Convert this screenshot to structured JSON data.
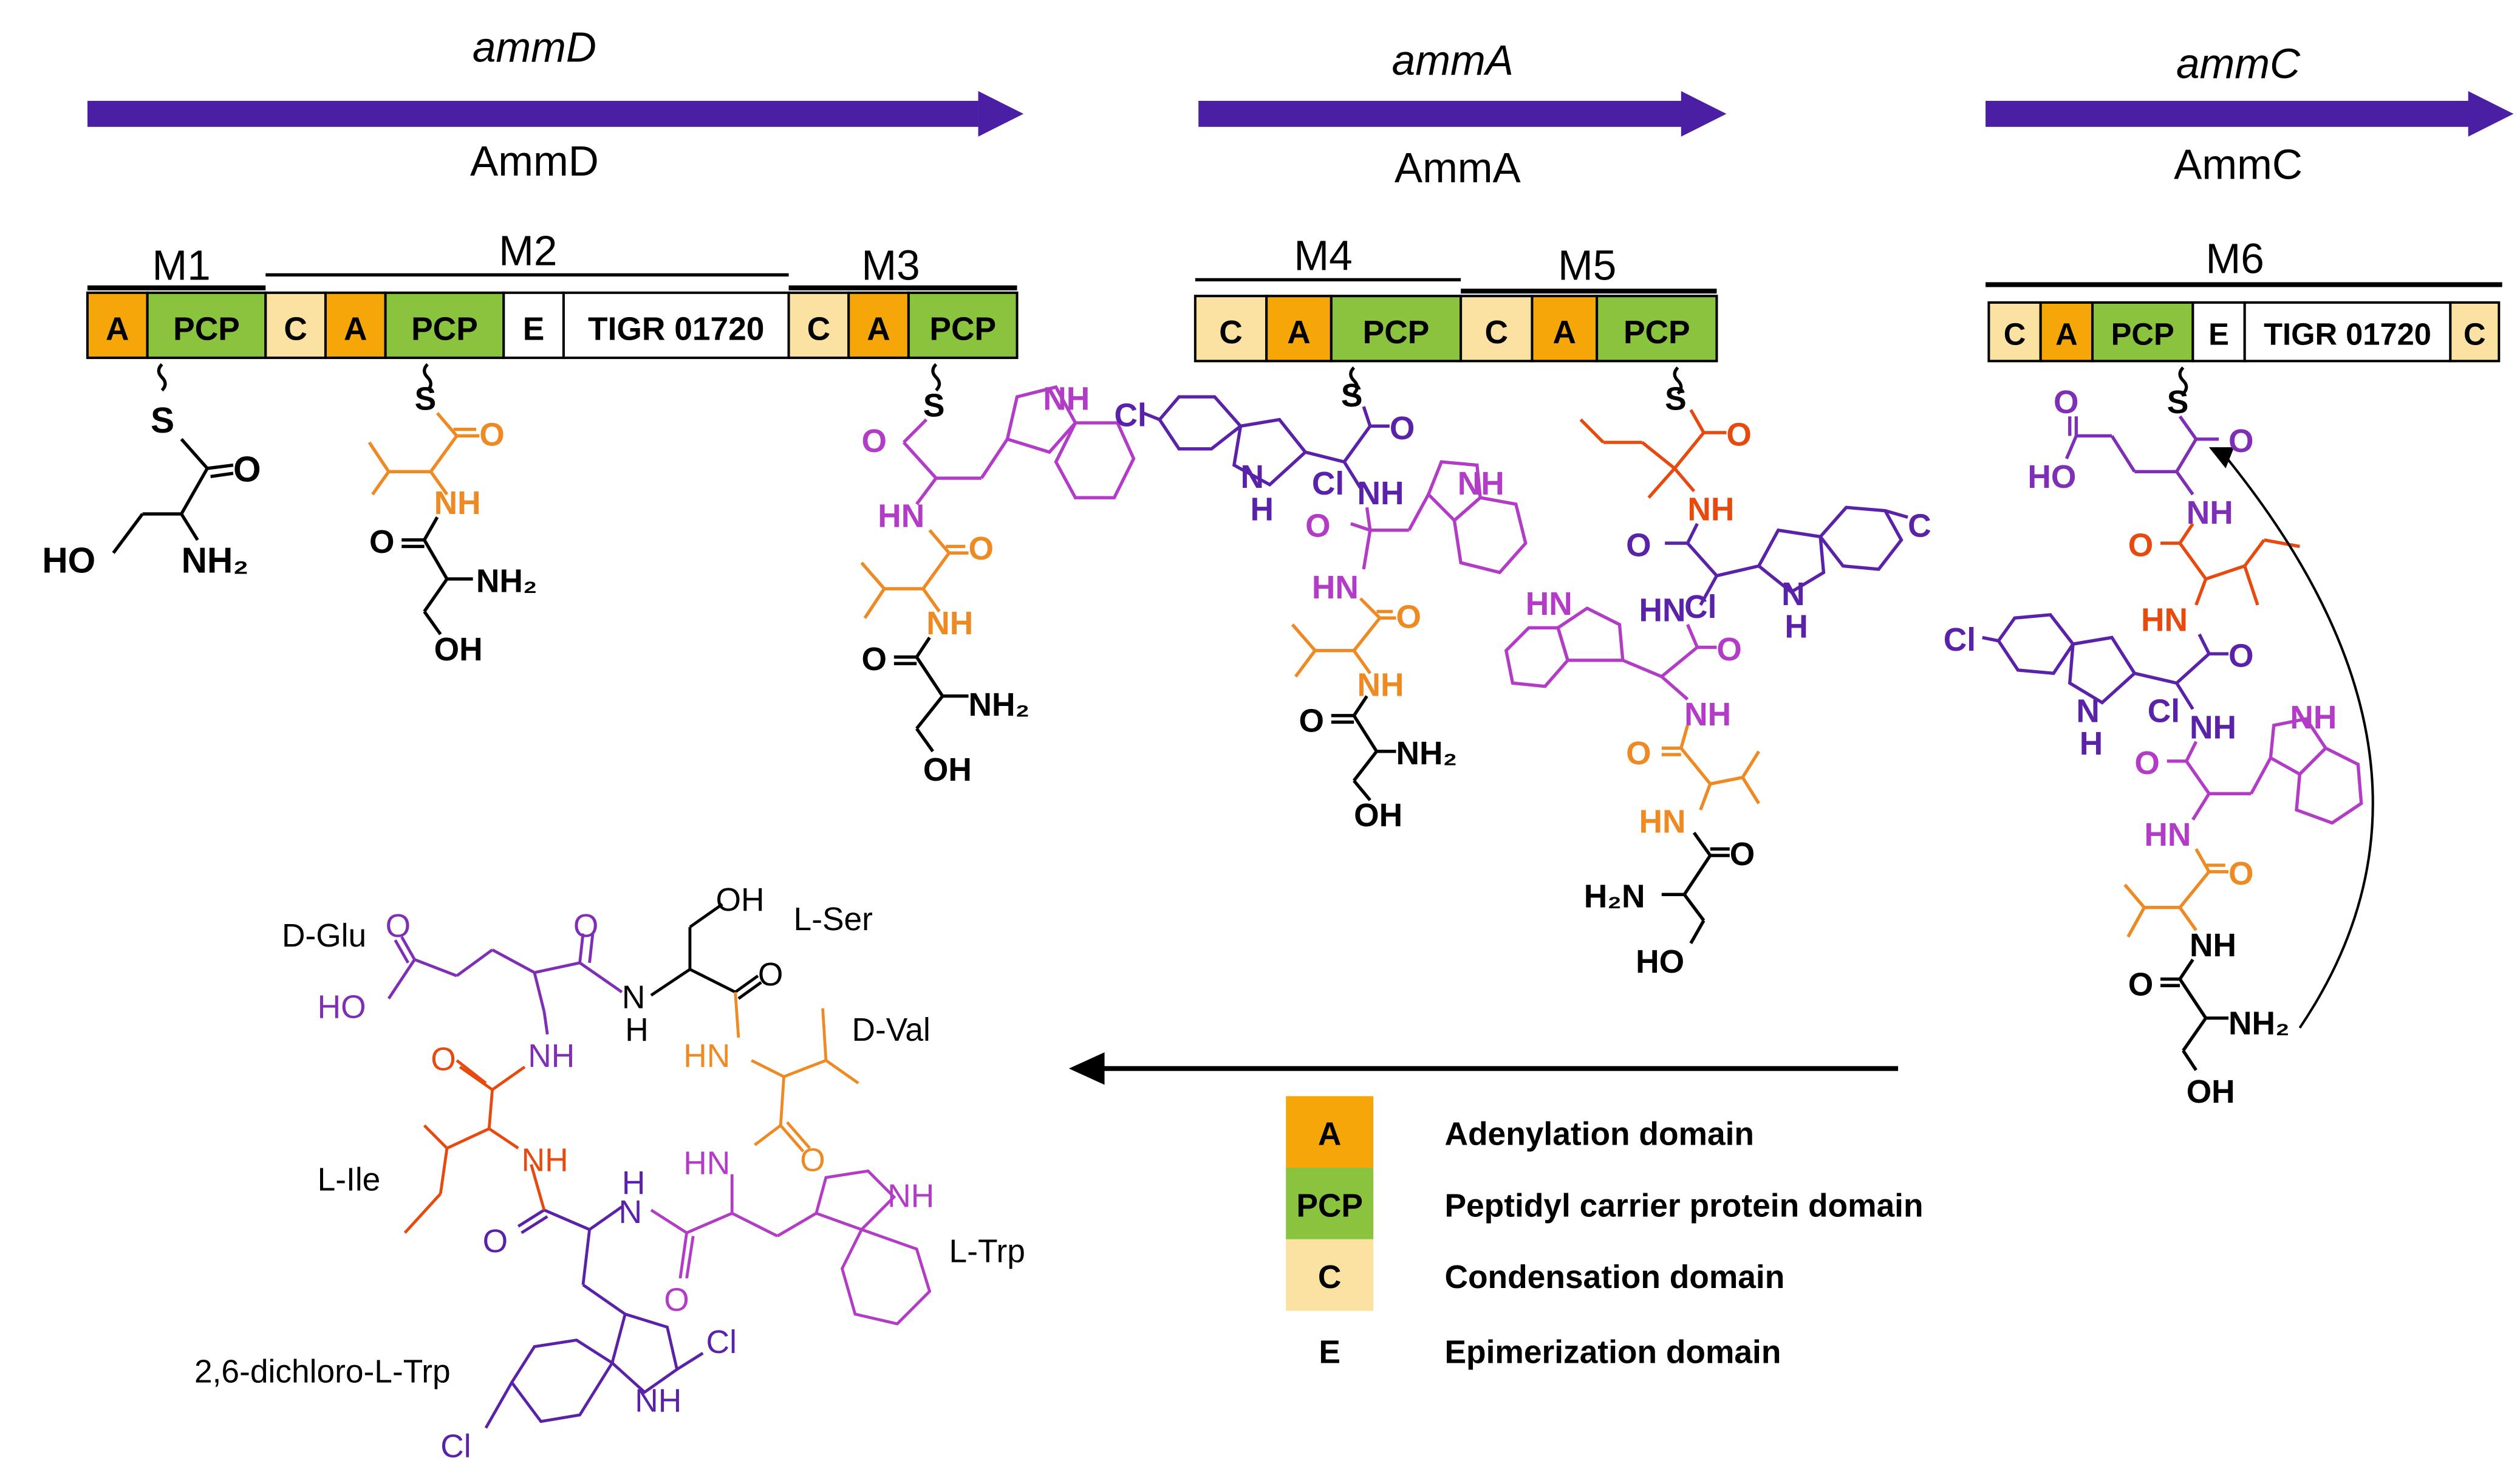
{
  "colors": {
    "gene_arrow": "#4b1fa3",
    "A": "#f5a70a",
    "PCP": "#8ac43f",
    "C": "#fbe2a3",
    "E": "#ffffff",
    "TIGR": "#ffffff",
    "ser": "#000000",
    "val": "#ee8a23",
    "trp": "#b23cc6",
    "cltrp": "#5a22a8",
    "ile": "#e64a0f",
    "glu": "#7e2fb5"
  },
  "genes": [
    {
      "gene": "ammD",
      "protein": "AmmD"
    },
    {
      "gene": "ammA",
      "protein": "AmmA"
    },
    {
      "gene": "ammC",
      "protein": "AmmC"
    }
  ],
  "modules": [
    "M1",
    "M2",
    "M3",
    "M4",
    "M5",
    "M6"
  ],
  "domain_labels": {
    "A": "A",
    "PCP": "PCP",
    "C": "C",
    "E": "E",
    "TIGR": "TIGR 01720"
  },
  "atoms": {
    "S": "S",
    "O": "O",
    "NH": "NH",
    "NH2": "NH₂",
    "HN": "HN",
    "HO": "HO",
    "OH": "OH",
    "H": "H",
    "Cl": "Cl",
    "C": "C",
    "H2N": "H₂N",
    "N": "N"
  },
  "residue_labels": {
    "glu": "D-Glu",
    "ser": "L-Ser",
    "val": "D-Val",
    "ile": "L-Ile",
    "trp": "L-Trp",
    "cltrp": "2,6-dichloro-L-Trp"
  },
  "legend": [
    {
      "key": "A",
      "label": "Adenylation domain"
    },
    {
      "key": "PCP",
      "label": "Peptidyl carrier protein domain"
    },
    {
      "key": "C",
      "label": "Condensation domain"
    },
    {
      "key": "E",
      "label": "Epimerization domain"
    }
  ]
}
